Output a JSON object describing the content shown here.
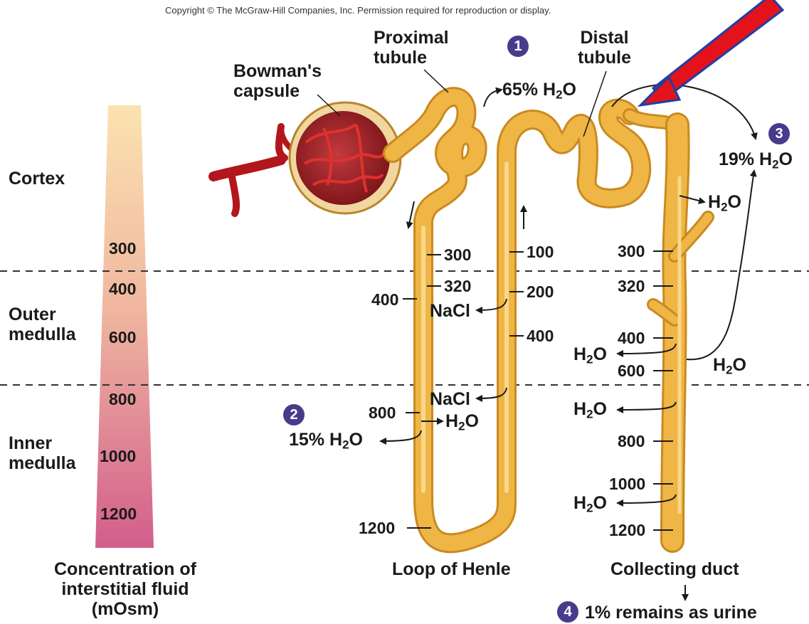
{
  "copyright": "Copyright © The McGraw-Hill Companies, Inc. Permission required for reproduction or display.",
  "structures": {
    "bowmans_capsule": [
      "Bowman's",
      "capsule"
    ],
    "proximal_tubule": [
      "Proximal",
      "tubule"
    ],
    "distal_tubule": [
      "Distal",
      "tubule"
    ],
    "loop_of_henle": "Loop of Henle",
    "collecting_duct": "Collecting duct"
  },
  "regions": {
    "cortex": "Cortex",
    "outer_medulla": [
      "Outer",
      "medulla"
    ],
    "inner_medulla": [
      "Inner",
      "medulla"
    ]
  },
  "gradient_scale": {
    "values": [
      "300",
      "400",
      "600",
      "800",
      "1000",
      "1200"
    ],
    "caption": [
      "Concentration of",
      "interstitial fluid",
      "(mOsm)"
    ],
    "colors": {
      "top": "#fbe2b0",
      "bottom": "#d25e8c"
    }
  },
  "steps": {
    "step1": {
      "number": "1",
      "pct": "65%"
    },
    "step2": {
      "number": "2",
      "pct": "15%"
    },
    "step3": {
      "number": "3",
      "pct": "19%"
    },
    "step4": {
      "number": "4",
      "text": "1% remains as urine"
    }
  },
  "water": {
    "symbol": "H",
    "sub": "2",
    "tail": "O"
  },
  "salt": "NaCl",
  "loop_values": {
    "descending": [
      "300",
      "320",
      "400",
      "800",
      "1200"
    ],
    "ascending": [
      "100",
      "200",
      "400"
    ]
  },
  "duct_values": [
    "300",
    "320",
    "400",
    "600",
    "800",
    "1000",
    "1200"
  ],
  "colors": {
    "tubule": "#efb545",
    "tubule_edge": "#c98a1f",
    "capillary": "#c0161c",
    "capsule": "#8c1d22",
    "step_badge": "#4a3a8c",
    "red_arrow": "#e3121b",
    "blue_outline": "#1e3fa6"
  }
}
